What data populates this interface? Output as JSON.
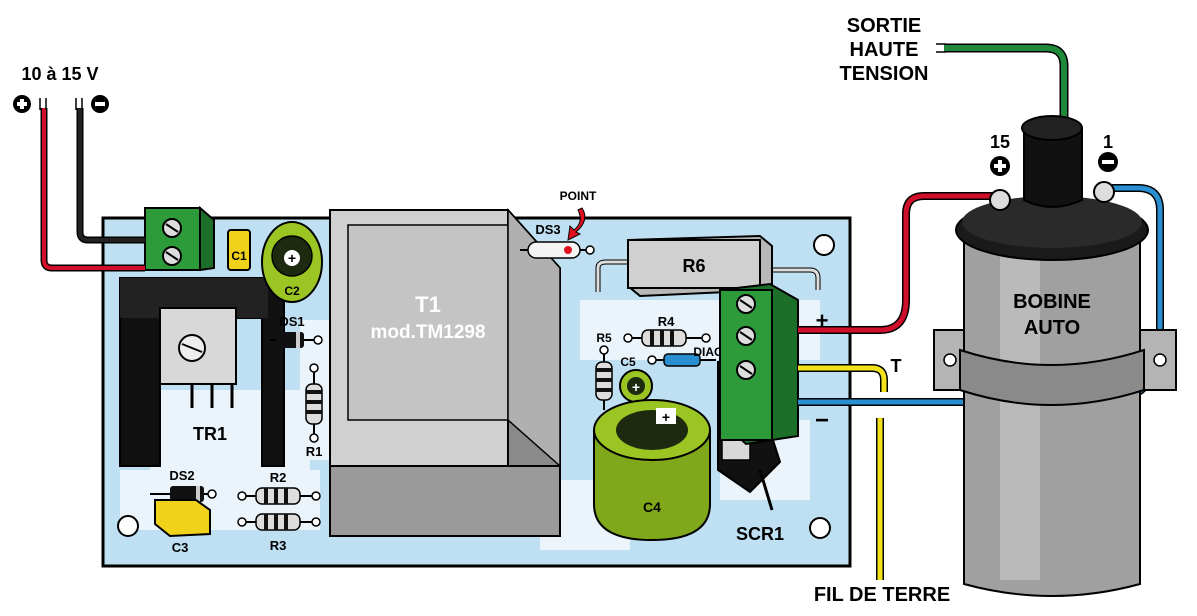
{
  "supply": {
    "voltage_label": "10 à 15 V",
    "plus_symbol": "+",
    "minus_symbol": "−"
  },
  "output": {
    "line1": "SORTIE",
    "line2": "HAUTE",
    "line3": "TENSION"
  },
  "coil": {
    "line1": "BOBINE",
    "line2": "AUTO",
    "terminal_15": "15",
    "terminal_1": "1"
  },
  "ground": {
    "label": "FIL DE TERRE"
  },
  "terminals": {
    "plus": "+",
    "t": "T",
    "minus": "−"
  },
  "components": {
    "t1_line1": "T1",
    "t1_line2": "mod.TM1298",
    "r6": "R6",
    "tr1": "TR1",
    "scr1": "SCR1",
    "c1": "C1",
    "c2": "C2",
    "c3": "C3",
    "c4": "C4",
    "c5": "C5",
    "ds1": "DS1",
    "ds2": "DS2",
    "ds3": "DS3",
    "r1": "R1",
    "r2": "R2",
    "r3": "R3",
    "r4": "R4",
    "r5": "R5",
    "diac": "DIAC",
    "point": "POINT"
  },
  "colors": {
    "pcb": "#bfe0f2",
    "pcb_track": "#eaf4fa",
    "green_terminal": "#2e9b3b",
    "capacitor_green": "#9bc522",
    "transformer": "#c8c8c8",
    "wire_red": "#d0102a",
    "wire_blue": "#2a8fd0",
    "wire_yellow": "#f2e21a",
    "wire_green": "#1e8a3a",
    "coil_body": "#a0a0a0"
  }
}
